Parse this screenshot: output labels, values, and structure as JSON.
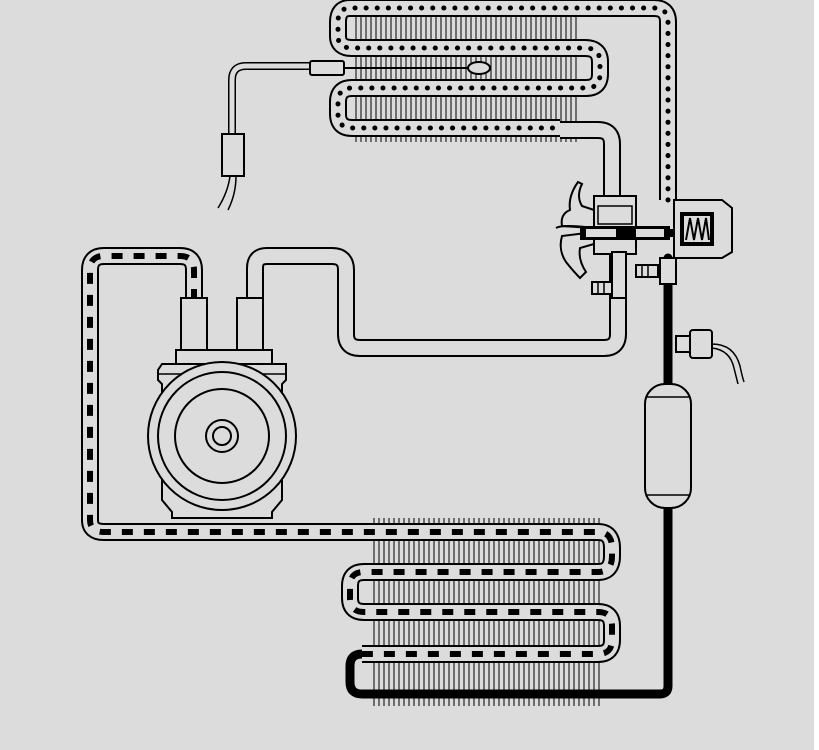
{
  "diagram": {
    "background_color": "#dcdcdc",
    "frame_color": "#ffffff",
    "line_color": "#000000",
    "pipe_fill_color": "#dcdcdc",
    "components": [
      {
        "id": "evaporator",
        "icon": "finned-coil-icon"
      },
      {
        "id": "condenser",
        "icon": "finned-coil-icon"
      },
      {
        "id": "compressor",
        "icon": "compressor-icon"
      },
      {
        "id": "thermostatic-expansion-valve",
        "icon": "valve-icon"
      },
      {
        "id": "receiver-drier",
        "icon": "receiver-icon"
      },
      {
        "id": "sensing-bulb",
        "icon": "bulb-icon"
      },
      {
        "id": "pressure-switch",
        "icon": "switch-icon"
      }
    ],
    "line_styles": {
      "high_pressure_liquid": "solid-black",
      "high_pressure_gas": "black-dashes",
      "low_pressure_gas": "plain",
      "low_pressure_mixture": "dots"
    }
  }
}
